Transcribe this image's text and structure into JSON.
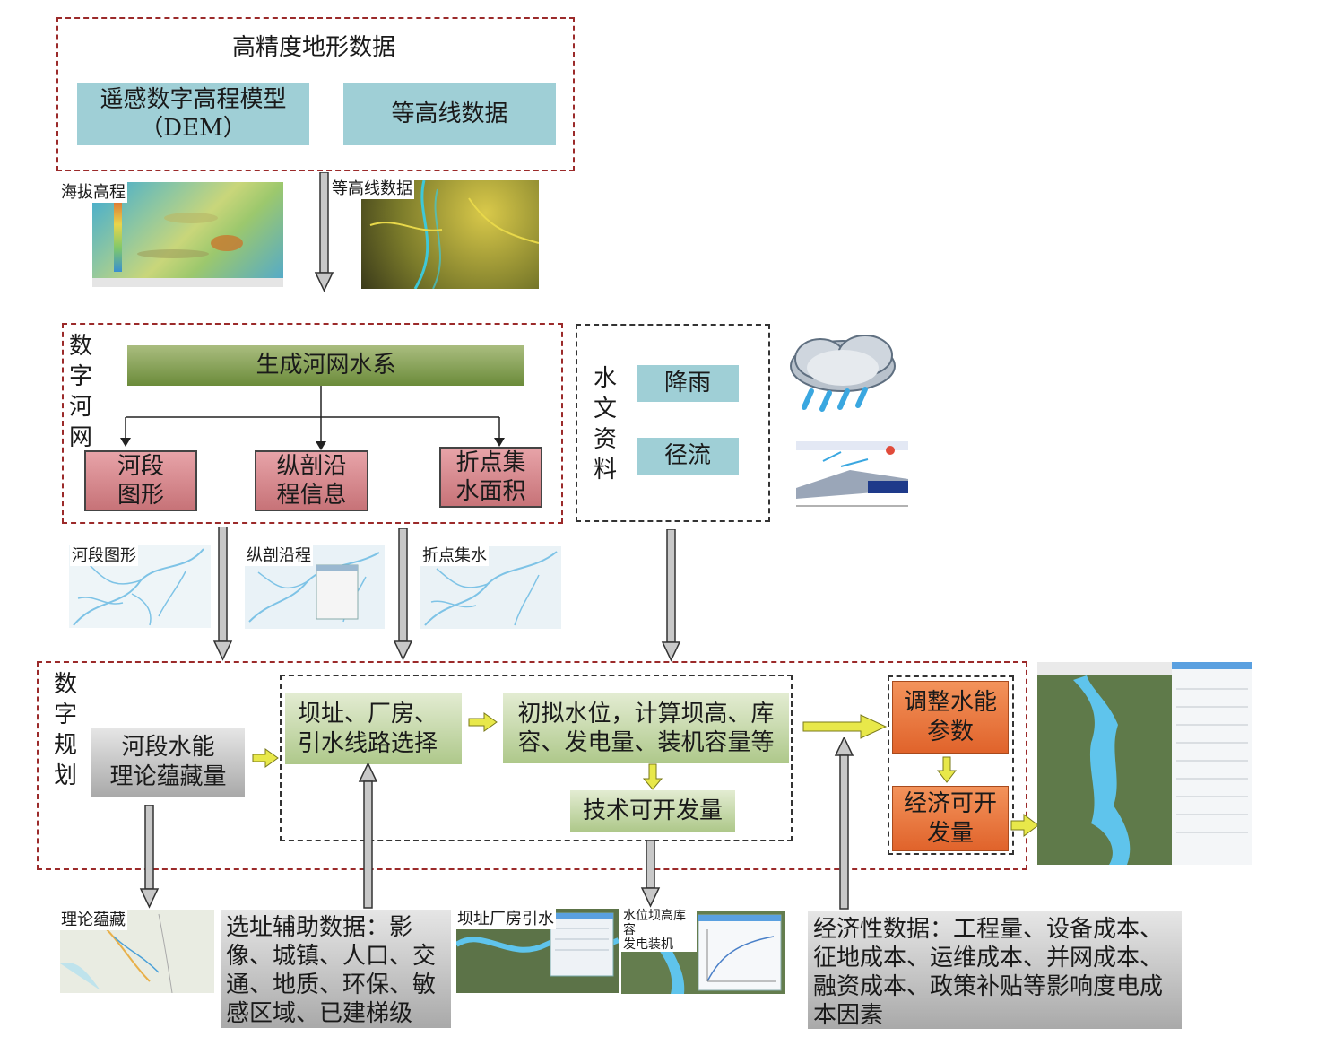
{
  "top": {
    "title": "高精度地形数据",
    "dem_line1": "遥感数字高程模型",
    "dem_line2": "（DEM）",
    "contour": "等高线数据",
    "label_elevation": "海拔高程",
    "label_contour": "等高线数据"
  },
  "river_net": {
    "side_title": [
      "数",
      "字",
      "河",
      "网"
    ],
    "generate": "生成河网水系",
    "seg_line1": "河段",
    "seg_line2": "图形",
    "prof_line1": "纵剖沿",
    "prof_line2": "程信息",
    "catch_line1": "折点集",
    "catch_line2": "水面积"
  },
  "hydro": {
    "side_title": [
      "水",
      "文",
      "资",
      "料"
    ],
    "rain": "降雨",
    "runoff": "径流"
  },
  "mid_labels": {
    "seg": "河段图形",
    "prof": "纵剖沿程",
    "catch": "折点集水"
  },
  "planning": {
    "side_title": [
      "数",
      "字",
      "规",
      "划"
    ],
    "theory_line1": "河段水能",
    "theory_line2": "理论蕴藏量",
    "site_line1": "坝址、厂房、",
    "site_line2": "引水线路选择",
    "calc_line1": "初拟水位，计算坝高、库",
    "calc_line2": "容、发电量、装机容量等",
    "tech": "技术可开发量",
    "adjust_line1": "调整水能",
    "adjust_line2": "参数",
    "econ_line1": "经济可开",
    "econ_line2": "发量"
  },
  "bottom": {
    "label_theory": "理论蕴藏",
    "aux_text": "选址辅助数据：影像、城镇、人口、交通、地质、环保、敏感区域、已建梯级",
    "label_site": "坝址厂房引水",
    "label_water1": "水位坝高库容",
    "label_water2": "发电装机",
    "econ_text": "经济性数据：工程量、设备成本、征地成本、运维成本、并网成本、融资成本、政策补贴等影响度电成本因素"
  },
  "colors": {
    "frame_red": "#9b2a2a",
    "teal": "#9fcfd6",
    "arrow_yellow": "#e8e84a",
    "orange": "#e9753c"
  }
}
